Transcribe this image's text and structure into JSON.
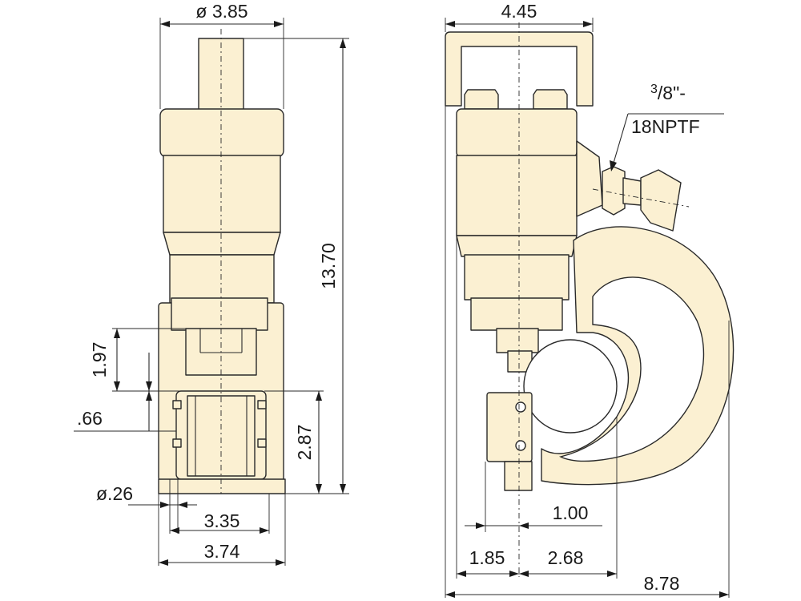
{
  "dimensions": {
    "side_diameter": "ø 3.85",
    "side_height": "13.70",
    "side_197": "1.97",
    "side_066": ".66",
    "side_287": "2.87",
    "side_hole_diameter": "ø.26",
    "side_335": "3.35",
    "side_374": "3.74",
    "front_width": "4.45",
    "front_100": "1.00",
    "front_185": "1.85",
    "front_268": "2.68",
    "front_878": "8.78"
  },
  "thread": {
    "sup": "3",
    "fraction": "/8\"-",
    "spec": "18NPTF"
  },
  "colors": {
    "body_fill": "#fbf0d2",
    "line": "#2a2a2a"
  }
}
